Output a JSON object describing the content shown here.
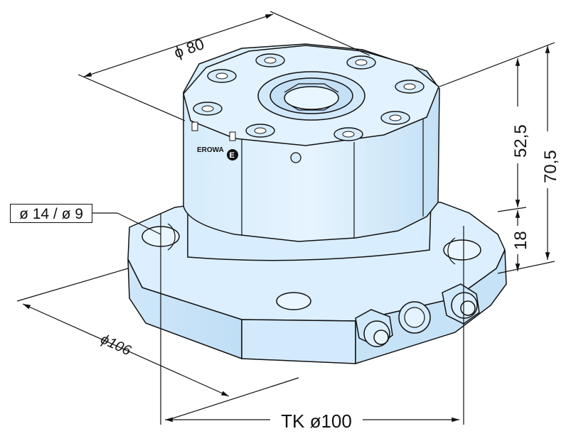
{
  "dimensions": {
    "top_diameter": "ϕ 80",
    "base_diameter": "ϕ106",
    "upper_height": "52,5",
    "total_height": "70,5",
    "flange_height": "18",
    "bolt_circle": "TK ø100",
    "hole_callout": "ø 14 / ø 9"
  },
  "logo": {
    "brand": "EROWA",
    "mark": "E"
  },
  "colors": {
    "body_fill": "#cfe8fb",
    "body_light": "#e4f3fd",
    "body_dark": "#b6d8f2",
    "outline": "#111111",
    "dimension_line": "#111111"
  }
}
